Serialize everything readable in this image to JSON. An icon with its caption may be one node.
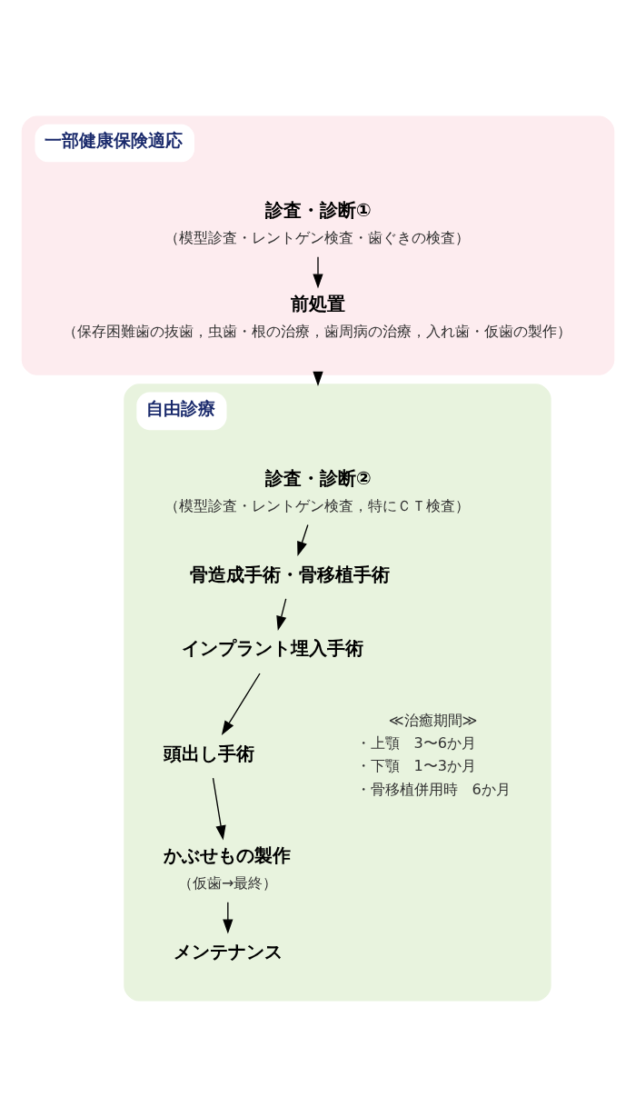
{
  "diagram": {
    "nodes": [
      {
        "text": [
          "一部健康保険適応"
        ]
      },
      {
        "text": [
          "診査・診断①",
          "（模型診査・レントゲン検査・歯ぐきの検査）"
        ],
        "in": 0
      },
      {
        "text": [
          "前処置",
          "（保存困難歯の抜歯，虫歯・根の治療，歯周病の治療，入れ歯・仮歯の製作）"
        ],
        "in": 0
      },
      {
        "text": [
          "自由診療"
        ]
      },
      {
        "text": [
          "診査・診断②",
          "（模型診査・レントゲン検査，特にＣＴ検査）"
        ],
        "in": 3
      },
      {
        "text": [
          "骨造成手術・骨移植手術"
        ],
        "in": 3
      },
      {
        "text": [
          "インプラント埋入手術"
        ],
        "in": 3
      },
      {
        "text": [
          "頭出し手術"
        ],
        "in": 3,
        "beside": [
          "≪治癒期間≫",
          "・上顎　3〜6か月",
          "・下顎　1〜3か月",
          "・骨移植併用時　6か月"
        ]
      },
      {
        "text": [
          "かぶせもの製作",
          "（仮歯→最終）"
        ],
        "in": 3
      },
      {
        "text": [
          "メンテナンス"
        ],
        "in": 3
      }
    ],
    "edges": [
      {
        "from": 1,
        "to": 2,
        "arrow": "to"
      },
      {
        "from": 0,
        "to": 3,
        "arrow": "to"
      },
      {
        "from": 4,
        "to": 5,
        "arrow": "to"
      },
      {
        "from": 5,
        "to": 6,
        "arrow": "to"
      },
      {
        "from": 6,
        "to": 7,
        "arrow": "to"
      },
      {
        "from": 7,
        "to": 8,
        "arrow": "to"
      },
      {
        "from": 8,
        "to": 9,
        "arrow": "to"
      }
    ]
  }
}
